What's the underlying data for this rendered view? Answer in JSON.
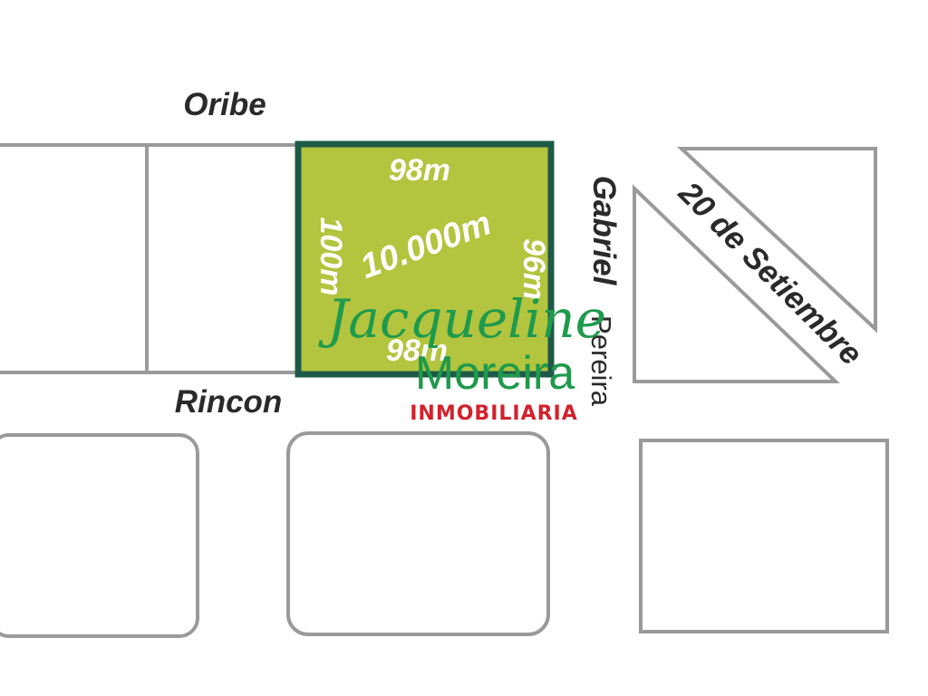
{
  "streets": {
    "north": "Oribe",
    "south": "Rincon",
    "east_first": "Gabriel",
    "east_second": "Pereira",
    "diagonal": "20 de Setiembre"
  },
  "lot": {
    "top_side": "98m",
    "left_side": "100m",
    "right_side": "96m",
    "bottom_side": "98m",
    "area": "10.000m",
    "fill_color": "#b3c43f",
    "border_color": "#1d5a47"
  },
  "watermark": {
    "script_name": "Jacqueline",
    "name": "Moreira",
    "subtitle": "INMOBILIARIA",
    "green": "#1e9a4c",
    "red": "#d3212c"
  },
  "colors": {
    "block_outline": "#9a9a9a",
    "label_text": "#2a2a2a"
  }
}
